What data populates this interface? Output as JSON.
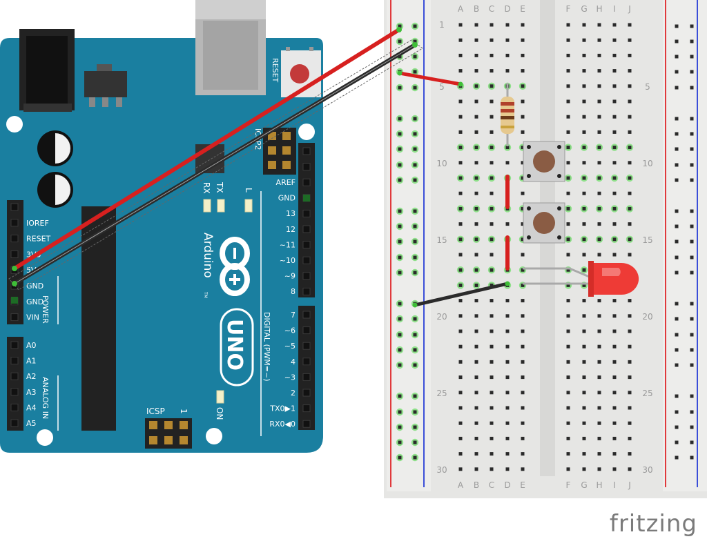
{
  "arduino": {
    "brand": "Arduino",
    "tm": "TM",
    "model": "UNO",
    "reset_label": "RESET",
    "icsp_label": "ICSP",
    "icsp2_label": "ICSP2",
    "icsp_pin1": "1",
    "tx_label": "TX",
    "rx_label": "RX",
    "l_label": "L",
    "on_label": "ON",
    "power_label": "POWER",
    "analog_label": "ANALOG IN",
    "digital_label": "DIGITAL (PWM=~)",
    "power_pins": [
      "IOREF",
      "RESET",
      "3V3",
      "5V",
      "GND",
      "GND",
      "VIN"
    ],
    "analog_pins": [
      "A0",
      "A1",
      "A2",
      "A3",
      "A4",
      "A5"
    ],
    "top_header_pins": [
      "AREF",
      "GND",
      "13",
      "12",
      "~11",
      "~10",
      "~9",
      "8"
    ],
    "bottom_header_pins": [
      "7",
      "~6",
      "~5",
      "4",
      "~3",
      "2",
      "TX0▶1",
      "RX0◀0"
    ]
  },
  "breadboard": {
    "columns_left": [
      "A",
      "B",
      "C",
      "D",
      "E"
    ],
    "columns_right": [
      "F",
      "G",
      "H",
      "I",
      "J"
    ],
    "row_numbers": [
      "1",
      "5",
      "10",
      "15",
      "20",
      "25",
      "30"
    ]
  },
  "components": {
    "resistor": "resistor",
    "button_top": "pushbutton",
    "button_bottom": "pushbutton",
    "led": "red LED"
  },
  "colors": {
    "board": "#1a7fa0",
    "wire_red": "#d7201f",
    "wire_black": "#2b2b2b",
    "led": "#ee3b36",
    "breadboard": "#e8e8e6",
    "rail_red": "#e0393c",
    "rail_blue": "#3a4ed8",
    "connected_hole": "#8fe08a"
  },
  "watermark": "fritzing"
}
